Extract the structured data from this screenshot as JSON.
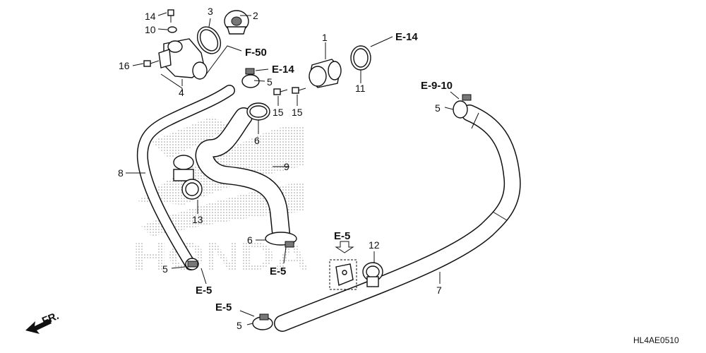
{
  "diagram": {
    "code": "HL4AE0510",
    "front_label": "FR.",
    "watermark": "HONDA",
    "callouts": {
      "c14": "14",
      "c10": "10",
      "c3": "3",
      "c2": "2",
      "c16": "16",
      "c4": "4",
      "c1": "1",
      "c11": "11",
      "c5a": "5",
      "c15a": "15",
      "c15b": "15",
      "c6a": "6",
      "c9": "9",
      "c8": "8",
      "c13": "13",
      "c6b": "6",
      "c5b": "5",
      "c5c": "5",
      "c5d": "5",
      "c12": "12",
      "c7": "7"
    },
    "refs": {
      "f50": "F-50",
      "e14a": "E-14",
      "e14b": "E-14",
      "e910": "E-9-10",
      "e5a": "E-5",
      "e5b": "E-5",
      "e5c": "E-5",
      "e5d": "E-5"
    }
  }
}
